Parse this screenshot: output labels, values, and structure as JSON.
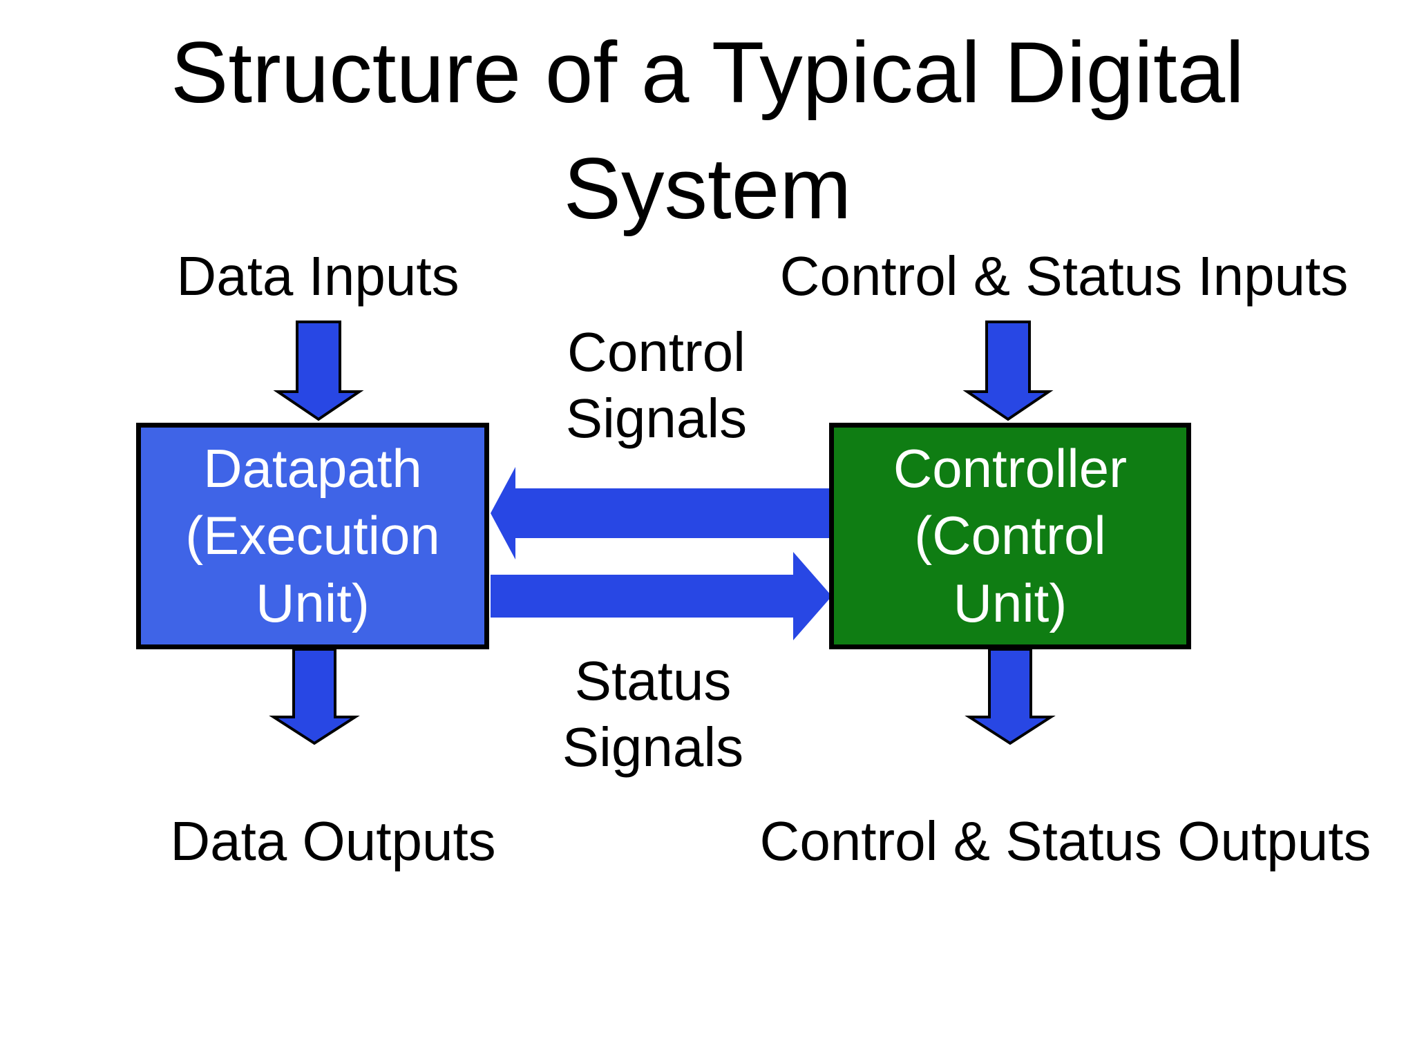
{
  "slide": {
    "title": "Structure of a Typical Digital\nSystem",
    "labels": {
      "data_inputs": "Data Inputs",
      "control_status_inputs": "Control & Status Inputs",
      "control_signals": "Control\nSignals",
      "status_signals": "Status\nSignals",
      "data_outputs": "Data Outputs",
      "control_status_outputs": "Control & Status Outputs"
    },
    "boxes": [
      {
        "id": "datapath",
        "label": "Datapath\n(Execution\nUnit)",
        "fill": "#3F64E7",
        "text_color": "#FFFFFF"
      },
      {
        "id": "controller",
        "label": "Controller\n(Control\nUnit)",
        "fill": "#0F7D13",
        "text_color": "#FFFFFF"
      }
    ],
    "colors": {
      "arrow_fill": "#2847E4",
      "arrow_outline": "#000000",
      "box_border": "#000000",
      "background": "#FFFFFF",
      "label_text": "#000000"
    }
  }
}
